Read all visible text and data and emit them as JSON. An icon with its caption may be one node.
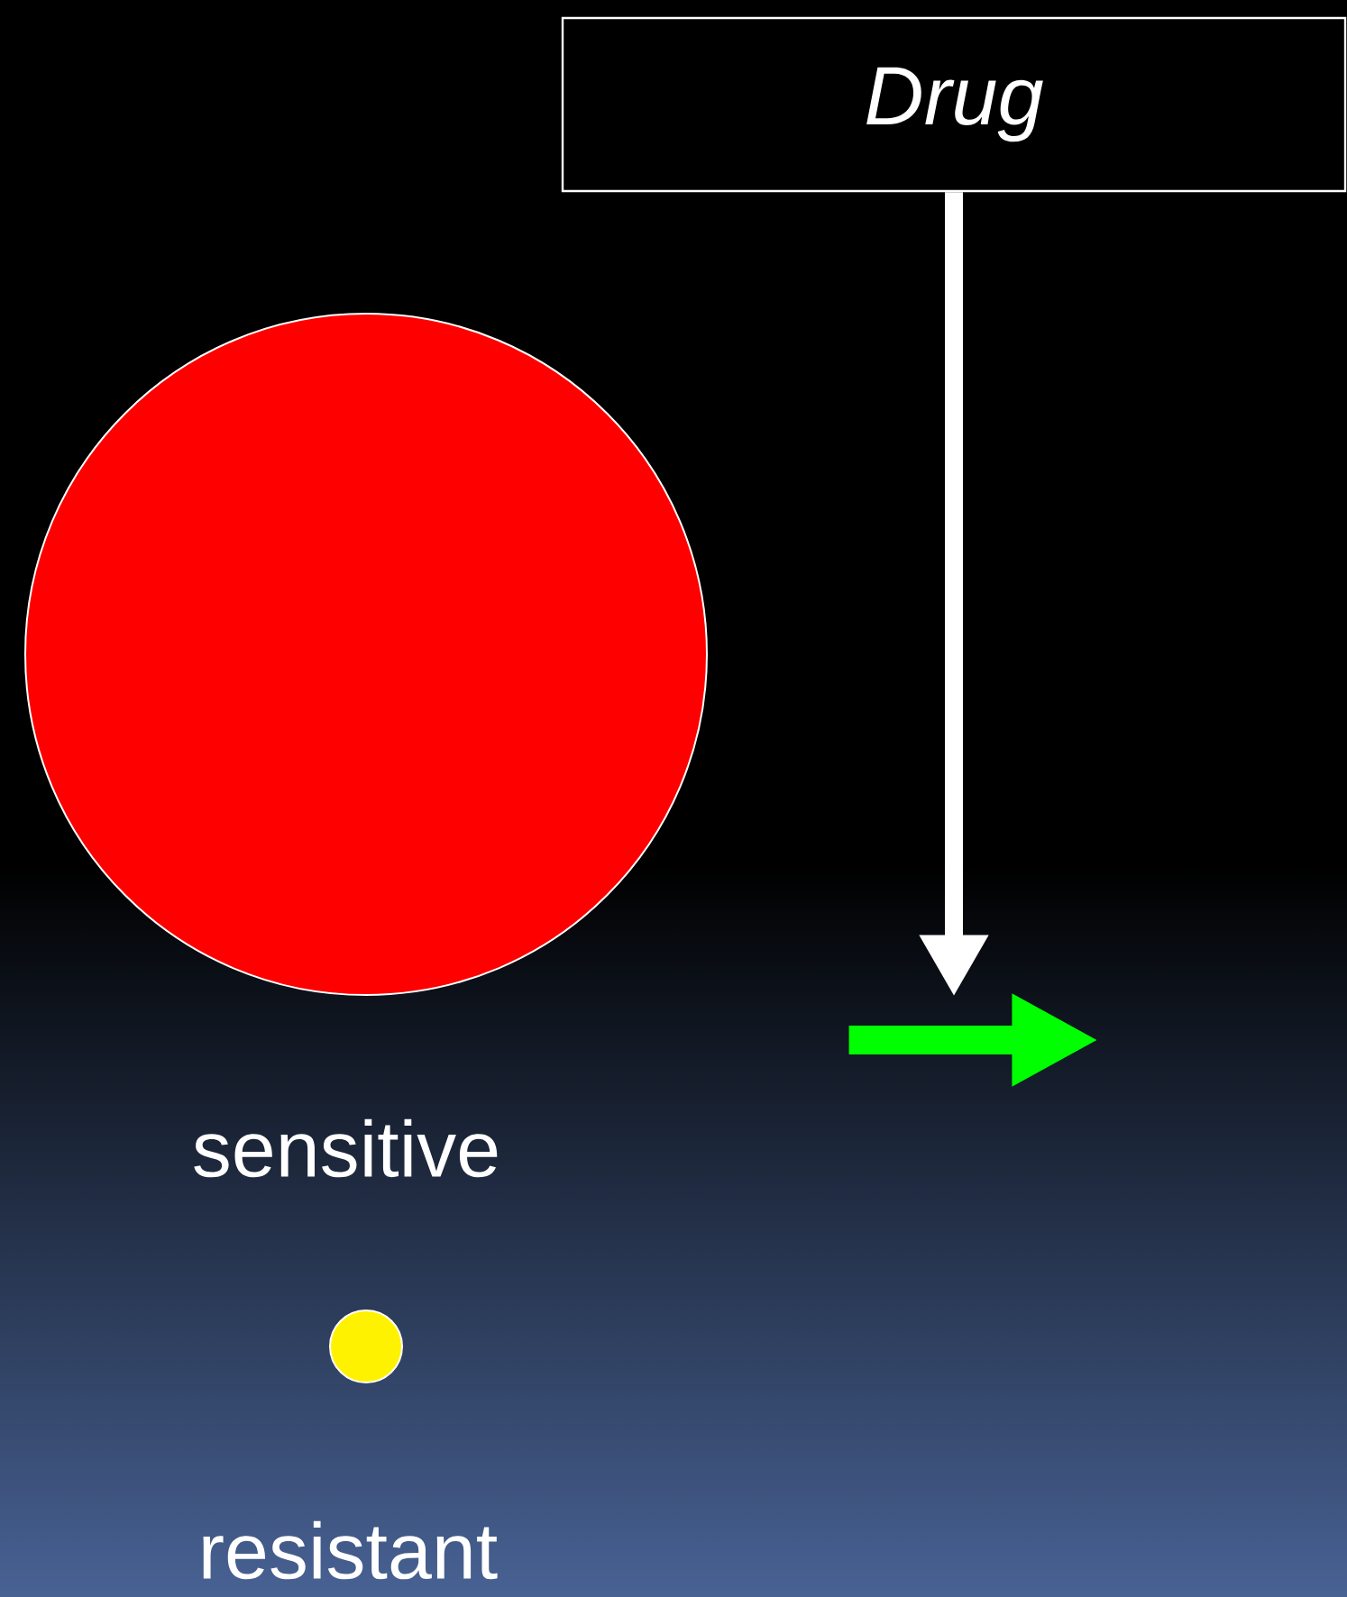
{
  "diagram": {
    "nodes": [
      {
        "text": [
          "Drug"
        ]
      },
      {
        "text": [],
        "shape": "circle",
        "beside": [
          "sensitive"
        ]
      },
      {
        "text": [],
        "shape": "circle",
        "beside": [
          "resistant"
        ]
      },
      {
        "text": [],
        "shape": "arrow"
      }
    ],
    "edges": [
      {
        "from": 0,
        "to": 3,
        "arrow": "to"
      }
    ]
  }
}
